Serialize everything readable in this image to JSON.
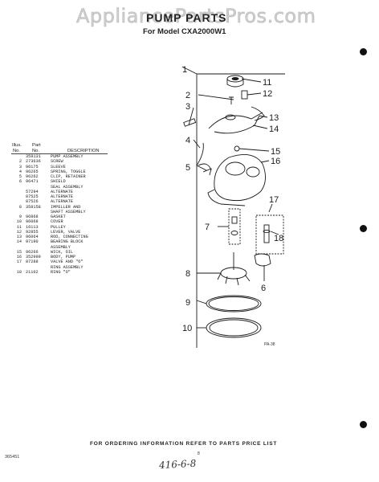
{
  "watermark": "AppliancePartsPros.com",
  "header": {
    "title": "PUMP PARTS",
    "subtitle": "For Model CXA2000W1"
  },
  "parts_table": {
    "columns": {
      "ill_top": "Illus.",
      "ill_bottom": "No.",
      "part_top": "Part",
      "part_bottom": "No.",
      "description": "DESCRIPTION"
    },
    "rows": [
      {
        "ill": "",
        "part": "359131",
        "desc": "PUMP ASSEMBLY"
      },
      {
        "ill": "2",
        "part": "273636",
        "desc": "SCREW"
      },
      {
        "ill": "3",
        "part": "96175",
        "desc": "SLEEVE"
      },
      {
        "ill": "4",
        "part": "96265",
        "desc": "SPRING, TOGGLE"
      },
      {
        "ill": "5",
        "part": "96262",
        "desc": "CLIP, RETAINER"
      },
      {
        "ill": "6",
        "part": "96471",
        "desc": "SHIELD"
      },
      {
        "ill": "",
        "part": "",
        "desc": "SEAL ASSEMBLY"
      },
      {
        "ill": "",
        "part": "57294",
        "desc": "ALTERNATE"
      },
      {
        "ill": "",
        "part": "87525",
        "desc": "ALTERNATE"
      },
      {
        "ill": "",
        "part": "87526",
        "desc": "ALTERNATE"
      },
      {
        "ill": "8",
        "part": "358158",
        "desc": "IMPELLER AND"
      },
      {
        "ill": "",
        "part": "",
        "desc": "SHAFT ASSEMBLY"
      },
      {
        "ill": "9",
        "part": "96868",
        "desc": "GASKET"
      },
      {
        "ill": "10",
        "part": "96068",
        "desc": "COVER"
      },
      {
        "ill": "11",
        "part": "16113",
        "desc": "PULLEY"
      },
      {
        "ill": "12",
        "part": "92855",
        "desc": "LEVER, VALVE"
      },
      {
        "ill": "13",
        "part": "96064",
        "desc": "ROD, CONNECTING"
      },
      {
        "ill": "14",
        "part": "97190",
        "desc": "BEARING BLOCK"
      },
      {
        "ill": "",
        "part": "",
        "desc": "ASSEMBLY"
      },
      {
        "ill": "15",
        "part": "96266",
        "desc": "WICK, OIL"
      },
      {
        "ill": "16",
        "part": "352999",
        "desc": "BODY, PUMP"
      },
      {
        "ill": "17",
        "part": "87288",
        "desc": "VALVE AND \"O\""
      },
      {
        "ill": "",
        "part": "",
        "desc": "RING ASSEMBLY"
      },
      {
        "ill": "18",
        "part": "21102",
        "desc": "RING \"O\""
      }
    ]
  },
  "callouts": {
    "c1": "1",
    "c2": "2",
    "c3": "3",
    "c4": "4",
    "c5": "5",
    "c6": "6",
    "c7": "7",
    "c8": "8",
    "c9": "9",
    "c10": "10",
    "c11": "11",
    "c12": "12",
    "c13": "13",
    "c14": "14",
    "c15": "15",
    "c16": "16",
    "c17": "17",
    "c18": "18"
  },
  "diagram_code": "PA-38",
  "footer": {
    "note": "FOR ORDERING INFORMATION REFER TO PARTS PRICE LIST",
    "page_code": "365451",
    "page_number": "8",
    "handwriting": "416-6-8"
  }
}
